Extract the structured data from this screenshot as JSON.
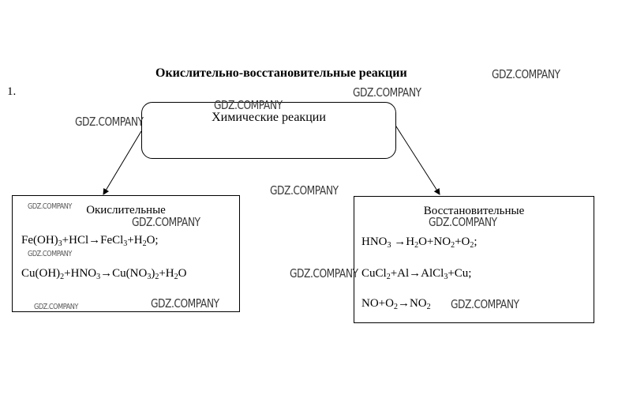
{
  "title": "Окислительно-восстановительные реакции",
  "item_number": "1.",
  "root": {
    "label": "Химические реакции"
  },
  "left_box": {
    "heading": "Окислительные",
    "equations": [
      {
        "parts": [
          "Fe(OH)",
          {
            "sub": "3"
          },
          "+HCl→FeCl",
          {
            "sub": "3"
          },
          "+H",
          {
            "sub": "2"
          },
          "O;"
        ]
      },
      {
        "parts": [
          "Cu(OH)",
          {
            "sub": "2"
          },
          "+HNO",
          {
            "sub": "3"
          },
          "→Cu(NO",
          {
            "sub": "3"
          },
          ")",
          {
            "sub": "2"
          },
          "+H",
          {
            "sub": "2"
          },
          "O"
        ]
      }
    ]
  },
  "right_box": {
    "heading": "Восстановительные",
    "equations": [
      {
        "parts": [
          "HNO",
          {
            "sub": "3"
          },
          " →H",
          {
            "sub": "2"
          },
          "O+NO",
          {
            "sub": "2"
          },
          "+O",
          {
            "sub": "2"
          },
          ";"
        ]
      },
      {
        "parts": [
          "CuCl",
          {
            "sub": "2"
          },
          "+Al→AlCl",
          {
            "sub": "3"
          },
          "+Cu;"
        ]
      },
      {
        "parts": [
          "NO+O",
          {
            "sub": "2"
          },
          "→NO",
          {
            "sub": "2"
          }
        ]
      }
    ]
  },
  "watermark_text": "GDZ.COMPANY"
}
